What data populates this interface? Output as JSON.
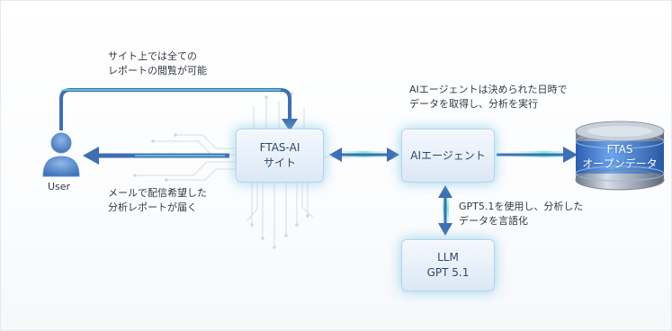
{
  "nodes": {
    "ftas_site": {
      "line1": "FTAS-AI",
      "line2": "サイト"
    },
    "agent": {
      "label": "AIエージェント"
    },
    "llm": {
      "line1": "LLM",
      "line2": "GPT 5.1"
    }
  },
  "database": {
    "line1": "FTAS",
    "line2": "オープンデータ"
  },
  "user": {
    "label": "User",
    "icon": "user-icon"
  },
  "notes": {
    "top_left": {
      "line1": "サイト上では全ての",
      "line2": "レポートの閲覧が可能"
    },
    "bottom_left": {
      "line1": "メールで配信希望した",
      "line2": "分析レポートが届く"
    },
    "top_right": {
      "line1": "AIエージェントは決められた日時で",
      "line2": "データを取得し、分析を実行"
    },
    "llm_note": {
      "line1": "GPT5.1を使用し、分析した",
      "line2": "データを言語化"
    }
  },
  "colors": {
    "arrow": "#3f6fb2",
    "glow": "#5fe3d0",
    "node_border": "#b8d2ee",
    "database": "#4a7fcf"
  }
}
